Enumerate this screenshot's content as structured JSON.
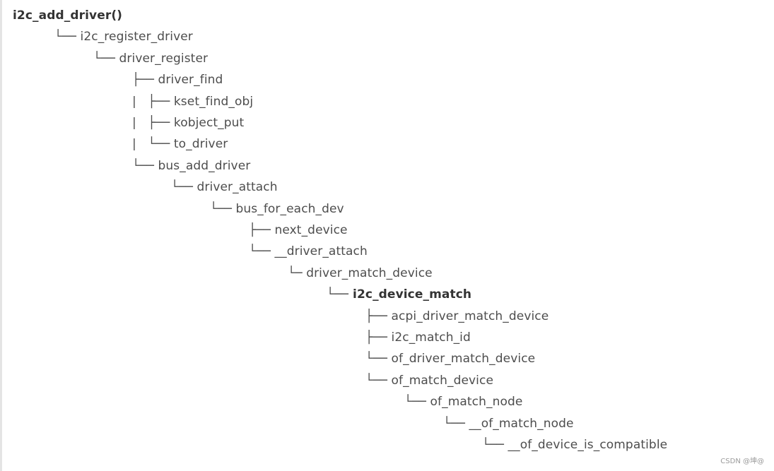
{
  "tree": [
    {
      "branch": "",
      "label": "i2c_add_driver()",
      "bold": true
    },
    {
      "branch": "└── ",
      "label": "i2c_register_driver",
      "bold": false
    },
    {
      "branch": "└── ",
      "label": "driver_register",
      "bold": false
    },
    {
      "branch": "├── ",
      "label": "driver_find",
      "bold": false
    },
    {
      "branch": "|   ├── ",
      "label": "kset_find_obj",
      "bold": false
    },
    {
      "branch": "|   ├── ",
      "label": "kobject_put",
      "bold": false
    },
    {
      "branch": "|   └── ",
      "label": "to_driver",
      "bold": false
    },
    {
      "branch": "└── ",
      "label": "bus_add_driver",
      "bold": false
    },
    {
      "branch": "└── ",
      "label": "driver_attach",
      "bold": false
    },
    {
      "branch": "└── ",
      "label": "bus_for_each_dev",
      "bold": false
    },
    {
      "branch": "├── ",
      "label": "next_device",
      "bold": false
    },
    {
      "branch": "└── ",
      "label": "__driver_attach",
      "bold": false
    },
    {
      "branch": "└─ ",
      "label": "driver_match_device",
      "bold": false
    },
    {
      "branch": "└── ",
      "label": "i2c_device_match",
      "bold": true
    },
    {
      "branch": "├── ",
      "label": "acpi_driver_match_device",
      "bold": false
    },
    {
      "branch": "├── ",
      "label": "i2c_match_id",
      "bold": false
    },
    {
      "branch": "└── ",
      "label": "of_driver_match_device",
      "bold": false
    },
    {
      "branch": "└── ",
      "label": "of_match_device",
      "bold": false
    },
    {
      "branch": "└── ",
      "label": "of_match_node",
      "bold": false
    },
    {
      "branch": "└── ",
      "label": "__of_match_node",
      "bold": false
    },
    {
      "branch": "└── ",
      "label": "__of_device_is_compatible",
      "bold": false
    }
  ],
  "watermark": "CSDN @坤@"
}
